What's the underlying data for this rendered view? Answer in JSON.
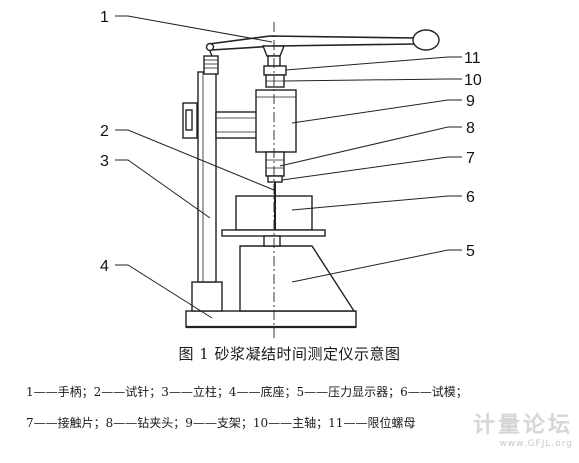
{
  "labels": [
    "1",
    "2",
    "3",
    "4",
    "5",
    "6",
    "7",
    "8",
    "9",
    "10",
    "11"
  ],
  "caption": "图 1  砂浆凝结时间测定仪示意图",
  "legend": [
    "1——手柄；2——试针；3——立柱；4——底座；5——压力显示器；6——试模；",
    "7——接触片；8——钻夹头；9——支架；10——主轴；11——限位螺母"
  ],
  "watermark": {
    "title": "计量论坛",
    "url": "www.GFJL.org"
  }
}
